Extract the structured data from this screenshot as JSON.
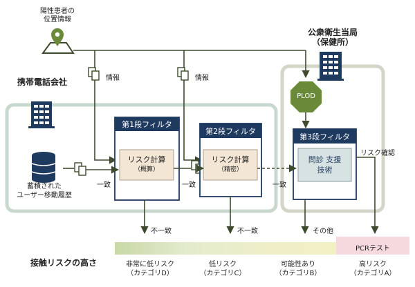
{
  "location_label": [
    "陽性患者の",
    "位置情報"
  ],
  "public_health": [
    "公衆衛生当局",
    "（保健所）"
  ],
  "carrier": "携帯電話会社",
  "user_history": [
    "蓄積された",
    "ユーザー移動履歴"
  ],
  "info_label": "情報",
  "filter1": {
    "title": "第1段フィルタ",
    "calc": "リスク計算",
    "sub": "（概算）"
  },
  "filter2": {
    "title": "第2段フィルタ",
    "calc": "リスク計算",
    "sub": "（精密）"
  },
  "filter3": {
    "title": "第3段フィルタ",
    "calc": [
      "問診 支援",
      "技術"
    ]
  },
  "plod": "PLOD",
  "match": "一致",
  "mismatch": "不一致",
  "other": "その他",
  "risk_confirm": "リスク確認",
  "pcr": "PCRテスト",
  "risk_height": "接触リスクの高さ",
  "categories": [
    {
      "title": "非常に低リスク",
      "sub": "（カテゴリD）"
    },
    {
      "title": "低リスク",
      "sub": "（カテゴリC）"
    },
    {
      "title": "可能性あり",
      "sub": "（カテゴリB）"
    },
    {
      "title": "高リスク",
      "sub": "（カテゴリA）"
    }
  ],
  "colors": {
    "navy": "#1f3a5f",
    "arrow": "#3d4a2e",
    "green_region": "#c9d8cf",
    "gray_region": "#d3d5c8",
    "calc_fill": "#f4e6d4",
    "stage3_fill": "#d7e2e3",
    "plod": "#6a8a3a"
  }
}
